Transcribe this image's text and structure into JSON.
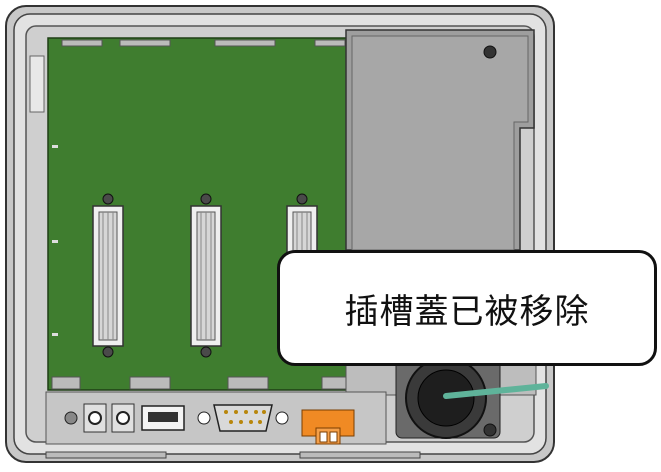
{
  "callout": {
    "text": "插槽蓋已被移除"
  },
  "colors": {
    "board": "#3f7d2f",
    "board_dark": "#2f5f22",
    "chassis": "#d4d4d4",
    "cover": "#9e9e9e",
    "leader": "#5fb39a",
    "terminal": "#f08a24"
  },
  "icons": [
    "slot-connector",
    "screw",
    "power-jack",
    "usb-port",
    "db9-port",
    "terminal-block",
    "cable-gland"
  ]
}
